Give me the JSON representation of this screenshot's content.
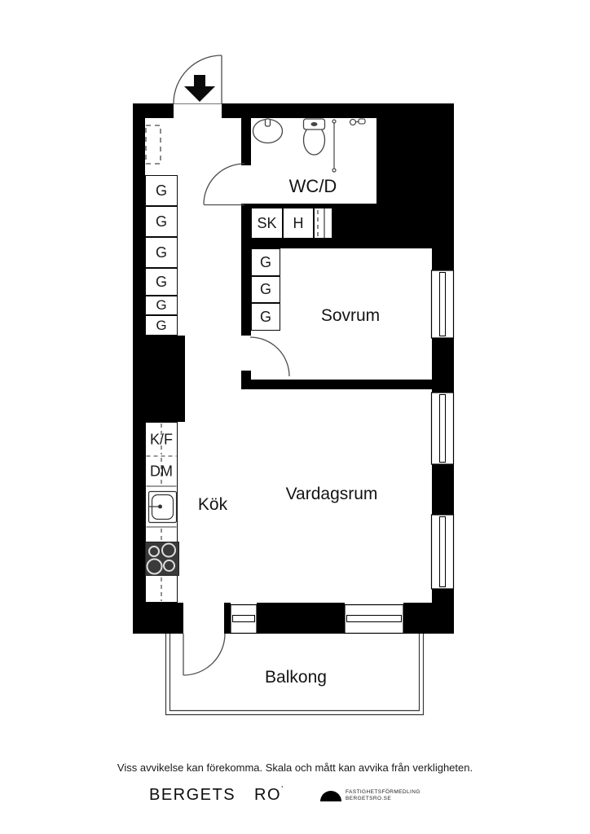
{
  "rooms": {
    "wc": "WC/D",
    "bedroom": "Sovrum",
    "kitchen": "Kök",
    "living": "Vardagsrum",
    "balcony": "Balkong"
  },
  "closets": {
    "hall": [
      "G",
      "G",
      "G",
      "G",
      "G",
      "G"
    ],
    "bedroom": [
      "G",
      "G",
      "G"
    ],
    "entry": [
      "SK",
      "H"
    ]
  },
  "appliances": {
    "fridge_freezer": "K/F",
    "dishwasher": "DM"
  },
  "footer": {
    "disclaimer": "Viss avvikelse kan förekomma. Skala och mått kan avvika från verkligheten.",
    "brand": {
      "left": "BERGETS",
      "right": "RO",
      "mark": "’"
    },
    "logo": {
      "line1": "FASTIGHETSFÖRMEDLING",
      "line2": "BERGETSRO.SE"
    }
  },
  "colors": {
    "wall": "#000000",
    "background": "#ffffff",
    "fixture_line": "#4d4d4d",
    "stove": "#3a3a3a"
  }
}
